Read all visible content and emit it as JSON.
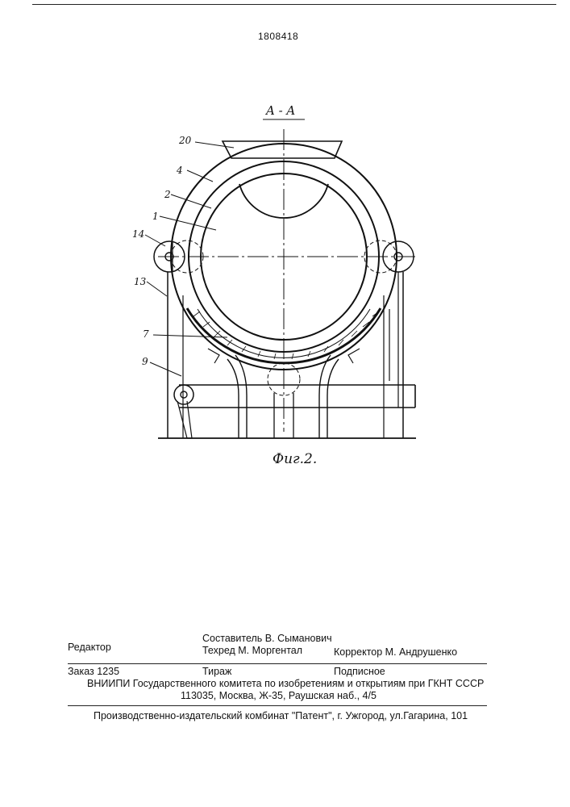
{
  "header": {
    "patent_number": "1808418"
  },
  "figure": {
    "section_label": "A - A",
    "caption": "Фиг.2.",
    "callouts": [
      "20",
      "4",
      "2",
      "1",
      "14",
      "13",
      "7",
      "9"
    ]
  },
  "colophon": {
    "compiler": "Составитель  В. Сыманович",
    "editor": "Редактор",
    "techred": "Техред  М. Моргентал",
    "corrector": "Корректор  М. Андрушенко",
    "order": "Заказ 1235",
    "circulation": "Тираж",
    "subscription": "Подписное",
    "vniipi": "ВНИИПИ Государственного комитета по изобретениям и открытиям при ГКНТ СССР",
    "address": "113035, Москва, Ж-35, Раушская наб., 4/5",
    "publisher": "Производственно-издательский комбинат \"Патент\", г. Ужгород, ул.Гагарина, 101"
  }
}
